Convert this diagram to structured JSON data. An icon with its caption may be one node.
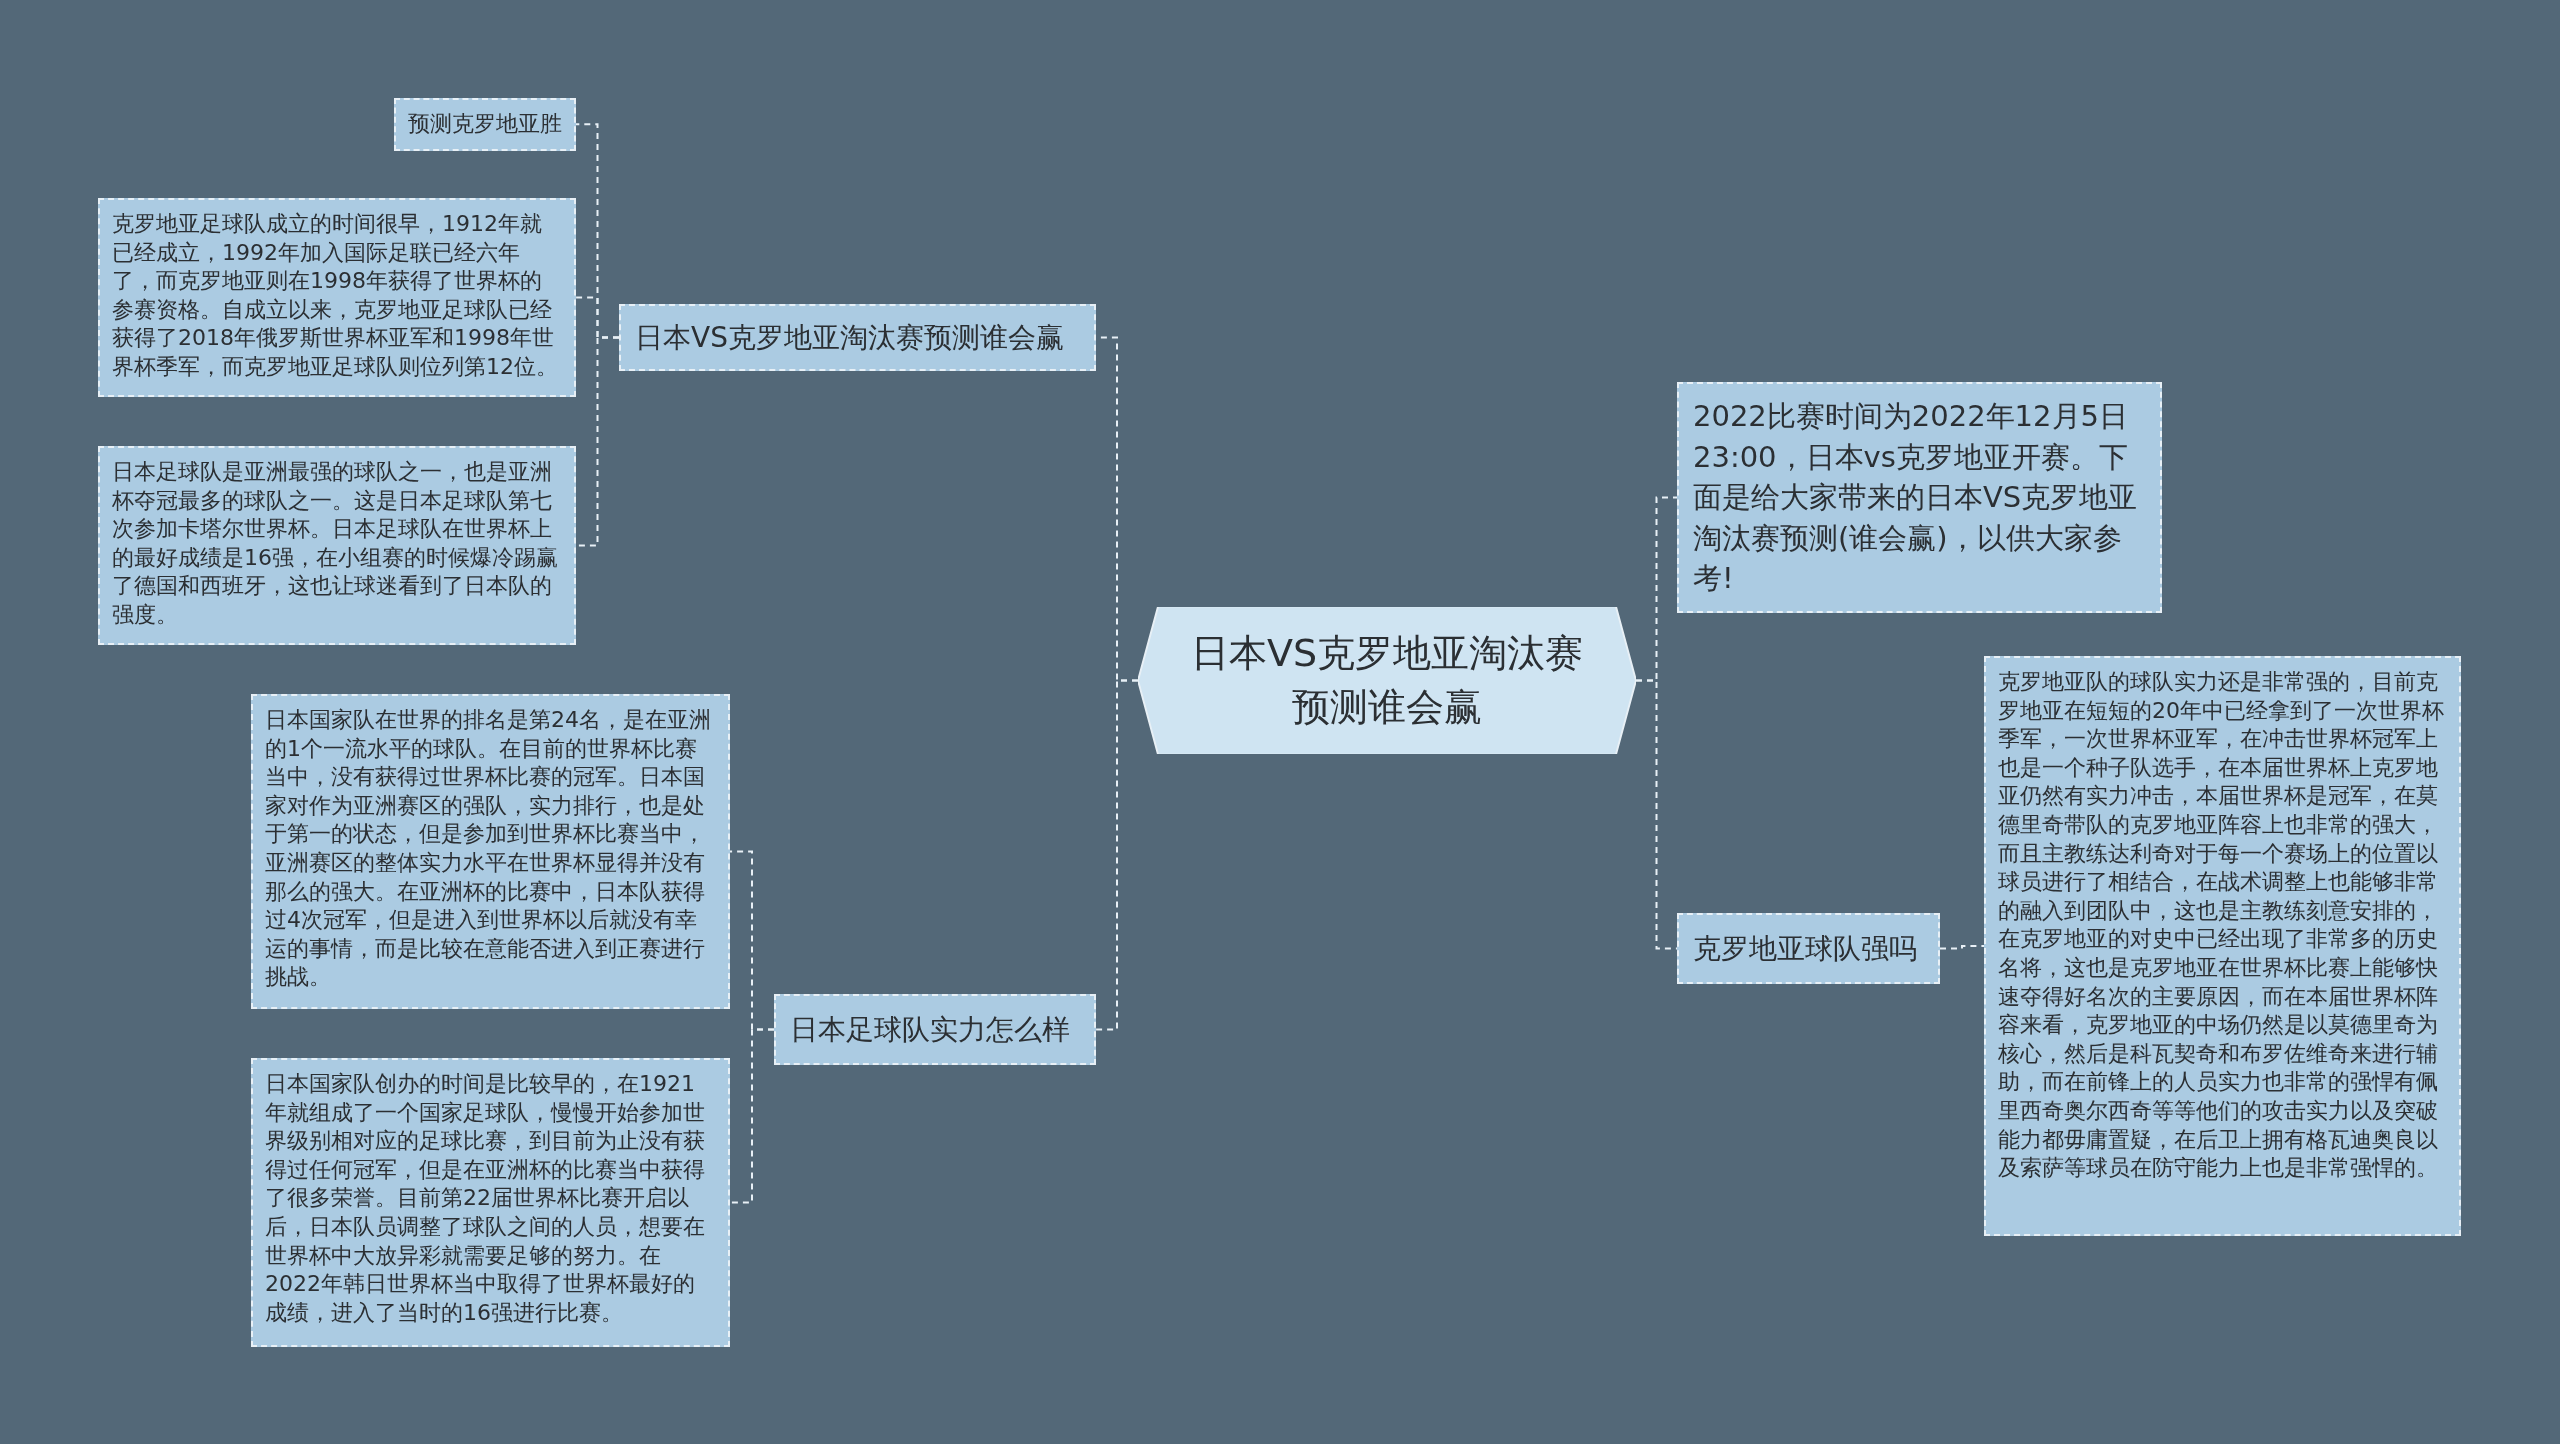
{
  "diagram": {
    "nodes": [
      {
        "text": [
          "日本VS克罗地亚淘汰赛预测谁会赢"
        ]
      },
      {
        "text": [
          "日本VS克罗地亚淘汰赛预测谁会赢"
        ]
      },
      {
        "text": [
          "预测克罗地亚胜"
        ]
      },
      {
        "text": [
          "克罗地亚足球队成立的时间很早，1912年就已经成立，1992年加入国际足联已经六年了，而克罗地亚则在1998年获得了世界杯的参赛资格。自成立以来，克罗地亚足球队已经获得了2018年俄罗斯世界杯亚军和1998年世界杯季军，而克罗地亚足球队则位列第12位。"
        ]
      },
      {
        "text": [
          "日本足球队是亚洲最强的球队之一，也是亚洲杯夺冠最多的球队之一。这是日本足球队第七次参加卡塔尔世界杯。日本足球队在世界杯上的最好成绩是16强，在小组赛的时候爆冷踢赢了德国和西班牙，这也让球迷看到了日本队的强度。"
        ]
      },
      {
        "text": [
          "日本足球队实力怎么样"
        ]
      },
      {
        "text": [
          "日本国家队在世界的排名是第24名，是在亚洲的1个一流水平的球队。在目前的世界杯比赛当中，没有获得过世界杯比赛的冠军。日本国家对作为亚洲赛区的强队，实力排行，也是处于第一的状态，但是参加到世界杯比赛当中，亚洲赛区的整体实力水平在世界杯显得并没有那么的强大。在亚洲杯的比赛中，日本队获得过4次冠军，但是进入到世界杯以后就没有幸运的事情，而是比较在意能否进入到正赛进行挑战。"
        ]
      },
      {
        "text": [
          "日本国家队创办的时间是比较早的，在1921年就组成了一个国家足球队，慢慢开始参加世界级别相对应的足球比赛，到目前为止没有获得过任何冠军，但是在亚洲杯的比赛当中获得了很多荣誉。目前第22届世界杯比赛开启以后，日本队员调整了球队之间的人员，想要在世界杯中大放异彩就需要足够的努力。在2022年韩日世界杯当中取得了世界杯最好的成绩，进入了当时的16强进行比赛。"
        ]
      },
      {
        "text": [
          "2022比赛时间为2022年12月5日 23:00，日本vs克罗地亚开赛。下面是给大家带来的日本VS克罗地亚淘汰赛预测(谁会赢)，以供大家参考!"
        ]
      },
      {
        "text": [
          "克罗地亚球队强吗"
        ]
      },
      {
        "text": [
          "克罗地亚队的球队实力还是非常强的，目前克罗地亚在短短的20年中已经拿到了一次世界杯季军，一次世界杯亚军，在冲击世界杯冠军上也是一个种子队选手，在本届世界杯上克罗地亚仍然有实力冲击，本届世界杯是冠军，在莫德里奇带队的克罗地亚阵容上也非常的强大，而且主教练达利奇对于每一个赛场上的位置以球员进行了相结合，在战术调整上也能够非常的融入到团队中，这也是主教练刻意安排的，在克罗地亚的对史中已经出现了非常多的历史名将，这也是克罗地亚在世界杯比赛上能够快速夺得好名次的主要原因，而在本届世界杯阵容来看，克罗地亚的中场仍然是以莫德里奇为核心，然后是科瓦契奇和布罗佐维奇来进行辅助，而在前锋上的人员实力也非常的强悍有佩里西奇奥尔西奇等等他们的攻击实力以及突破能力都毋庸置疑，在后卫上拥有格瓦迪奥良以及索萨等球员在防守能力上也是非常强悍的。"
        ]
      }
    ],
    "edges": [
      {
        "from": 0,
        "to": 1,
        "arrow": "none",
        "style": "dashed"
      },
      {
        "from": 1,
        "to": 2,
        "arrow": "none",
        "style": "dashed"
      },
      {
        "from": 1,
        "to": 3,
        "arrow": "none",
        "style": "dashed"
      },
      {
        "from": 1,
        "to": 4,
        "arrow": "none",
        "style": "dashed"
      },
      {
        "from": 0,
        "to": 5,
        "arrow": "none",
        "style": "dashed"
      },
      {
        "from": 5,
        "to": 6,
        "arrow": "none",
        "style": "dashed"
      },
      {
        "from": 5,
        "to": 7,
        "arrow": "none",
        "style": "dashed"
      },
      {
        "from": 0,
        "to": 8,
        "arrow": "none",
        "style": "dashed"
      },
      {
        "from": 0,
        "to": 9,
        "arrow": "none",
        "style": "dashed"
      },
      {
        "from": 9,
        "to": 10,
        "arrow": "none",
        "style": "dashed"
      }
    ]
  }
}
